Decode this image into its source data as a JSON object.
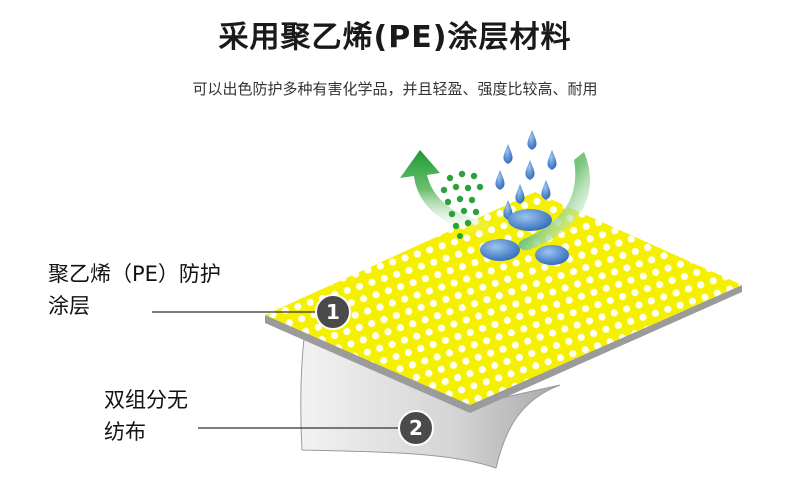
{
  "header": {
    "title": "采用聚乙烯(PE)涂层材料",
    "subtitle": "可以出色防护多种有害化学品，并且轻盈、强度比较高、耐用"
  },
  "layers": [
    {
      "number": "1",
      "label_lines": [
        "聚乙烯（PE）防护",
        "涂层"
      ]
    },
    {
      "number": "2",
      "label_lines": [
        "双组分无",
        "纺布"
      ]
    }
  ],
  "colors": {
    "coating_yellow": "#f5f000",
    "dot_white": "#ffffff",
    "fabric_grey": "#cfcfcf",
    "arrow_green": "#2aa13a",
    "water_blue": "#2e6fc4",
    "badge_grey": "#4a4a4a"
  }
}
